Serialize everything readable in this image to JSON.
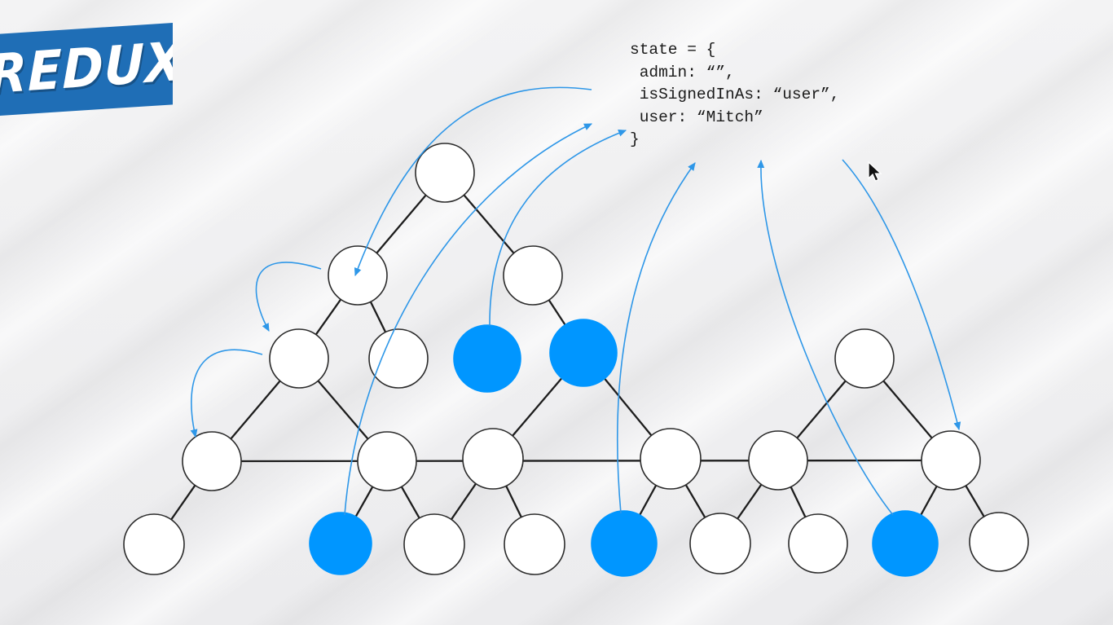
{
  "brand": {
    "label": "REDUX",
    "color": "#1f6eb6"
  },
  "state_code": [
    "state = {",
    " admin: “”,",
    " isSignedInAs: “user”,",
    " user: “Mitch”",
    "}"
  ],
  "colors": {
    "active_node": "#0096ff",
    "arrow": "#2e97e8",
    "edge": "#1d1d1d"
  },
  "tree": {
    "nodes": [
      {
        "id": "n1",
        "filled": false
      },
      {
        "id": "n2",
        "filled": false
      },
      {
        "id": "n3",
        "filled": false
      },
      {
        "id": "n4",
        "filled": false
      },
      {
        "id": "n5",
        "filled": false
      },
      {
        "id": "n6",
        "filled": true
      },
      {
        "id": "n7",
        "filled": true
      },
      {
        "id": "n8",
        "filled": false
      },
      {
        "id": "n9",
        "filled": false
      },
      {
        "id": "n10",
        "filled": false
      },
      {
        "id": "n11",
        "filled": false
      },
      {
        "id": "n12",
        "filled": false
      },
      {
        "id": "n13",
        "filled": false
      },
      {
        "id": "n14",
        "filled": false
      },
      {
        "id": "n15",
        "filled": false
      },
      {
        "id": "n16",
        "filled": true
      },
      {
        "id": "n17",
        "filled": false
      },
      {
        "id": "n18",
        "filled": false
      },
      {
        "id": "n19",
        "filled": true
      },
      {
        "id": "n20",
        "filled": false
      },
      {
        "id": "n21",
        "filled": false
      },
      {
        "id": "n22",
        "filled": true
      },
      {
        "id": "n23",
        "filled": false
      }
    ],
    "edges": [
      [
        "n1",
        "n2"
      ],
      [
        "n1",
        "n3"
      ],
      [
        "n2",
        "n4"
      ],
      [
        "n2",
        "n5"
      ],
      [
        "n3",
        "n7"
      ],
      [
        "n4",
        "n8"
      ],
      [
        "n4",
        "n9"
      ],
      [
        "n7",
        "n10"
      ],
      [
        "n7",
        "n11"
      ],
      [
        "n9",
        "n16"
      ],
      [
        "n12",
        "n13"
      ],
      [
        "n12",
        "n14"
      ],
      [
        "n8",
        "n14"
      ],
      [
        "n8",
        "n15"
      ],
      [
        "n9",
        "n17"
      ],
      [
        "n10",
        "n17"
      ],
      [
        "n10",
        "n18"
      ],
      [
        "n11",
        "n19"
      ],
      [
        "n11",
        "n20"
      ],
      [
        "n13",
        "n20"
      ],
      [
        "n13",
        "n21"
      ],
      [
        "n14",
        "n22"
      ],
      [
        "n14",
        "n23"
      ]
    ]
  }
}
